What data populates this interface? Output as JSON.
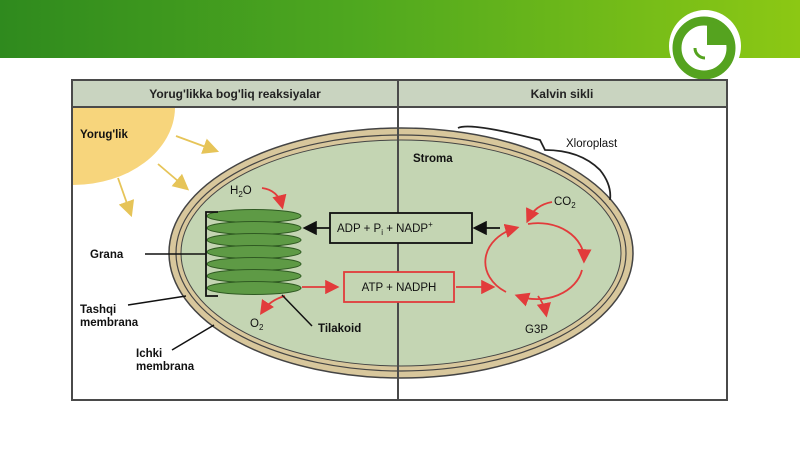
{
  "header": {
    "left": "Yorug'likka bog'liq reaksiyalar",
    "right": "Kalvin sikli"
  },
  "labels": {
    "sun": "Yorug'lik",
    "stroma": "Stroma",
    "chloroplast": "Xloroplast",
    "grana": "Grana",
    "outer_membrane_1": "Tashqi",
    "outer_membrane_2": "membrana",
    "inner_membrane_1": "Ichki",
    "inner_membrane_2": "membrana",
    "thylakoid": "Tilakoid",
    "h2o_main": "H",
    "h2o_sub": "2",
    "h2o_end": "O",
    "o2_main": "O",
    "o2_sub": "2",
    "co2_main": "CO",
    "co2_sub": "2",
    "g3p": "G3P"
  },
  "boxes": {
    "adp_a": "ADP + P",
    "adp_sub": "i",
    "adp_b": " + NADP",
    "adp_sup": "+",
    "atp": "ATP + NADPH"
  },
  "colors": {
    "top_bar": "#5aa81c",
    "header_bg": "#c9d4c0",
    "stroma": "#c4d5b3",
    "membrane": "#d8c79c",
    "thylakoid": "#5e9a45",
    "red_arrow": "#e23b3b",
    "sun": "#f7d57c"
  }
}
